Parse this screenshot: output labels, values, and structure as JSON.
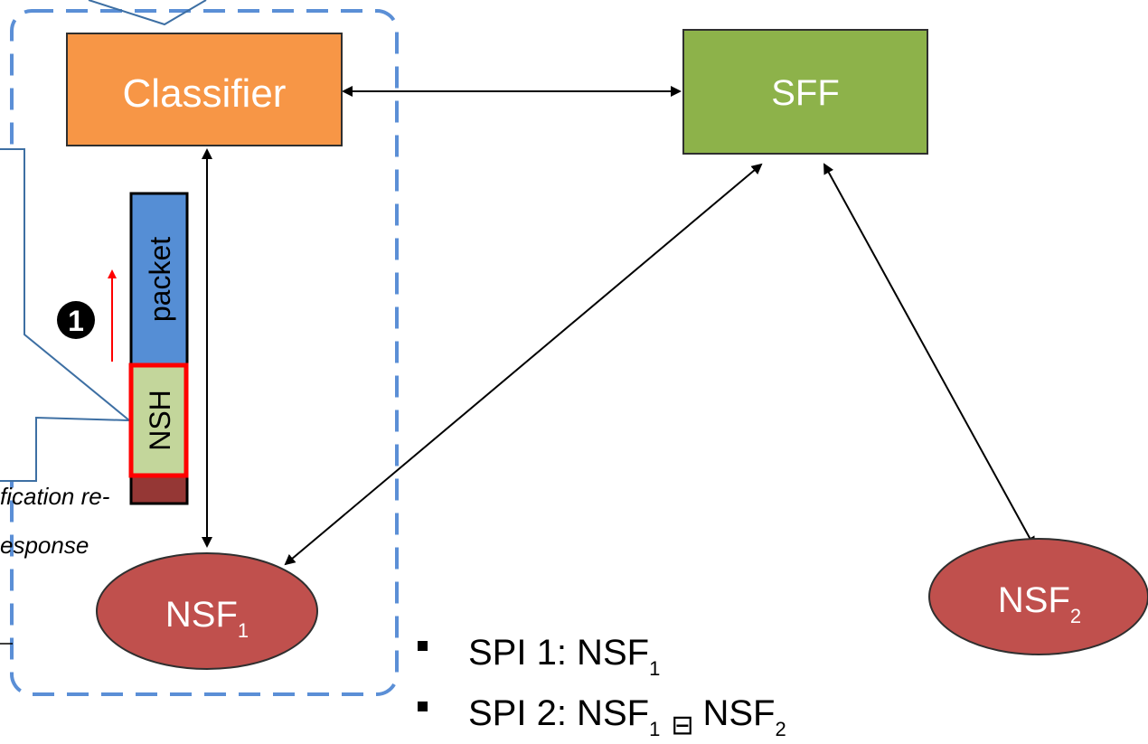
{
  "nodes": {
    "classifier": {
      "label": "Classifier",
      "fill": "#f79646",
      "stroke": "#2f2f2f"
    },
    "sff": {
      "label": "SFF",
      "fill": "#8db24a",
      "stroke": "#2f2f2f"
    },
    "nsf1": {
      "label": "NSF",
      "sub": "1",
      "fill": "#c0504d",
      "stroke": "#2f2f2f"
    },
    "nsf2": {
      "label": "NSF",
      "sub": "2",
      "fill": "#c0504d",
      "stroke": "#2f2f2f"
    }
  },
  "packet_stack": {
    "packet_label": "packet",
    "nsh_label": "NSH",
    "packet_fill": "#558ed5",
    "nsh_fill": "#c3d69b",
    "nsh_highlight": "#ff0000",
    "tail_fill": "#953735"
  },
  "step_marker": {
    "number": "1",
    "arrow_color": "#ff0000"
  },
  "callout": {
    "line1": "fication re-",
    "line2": "esponse",
    "line_color": "#3d6fa3"
  },
  "boundary": {
    "color": "#5b8fd6"
  },
  "spi_list": {
    "items": [
      {
        "prefix": "SPI 1: NSF",
        "sub": "1",
        "suffix": ""
      },
      {
        "prefix": "SPI 2: NSF",
        "sub": "1",
        "connector": "⊟",
        "suffix": "NSF",
        "suffix_sub": "2"
      }
    ]
  }
}
